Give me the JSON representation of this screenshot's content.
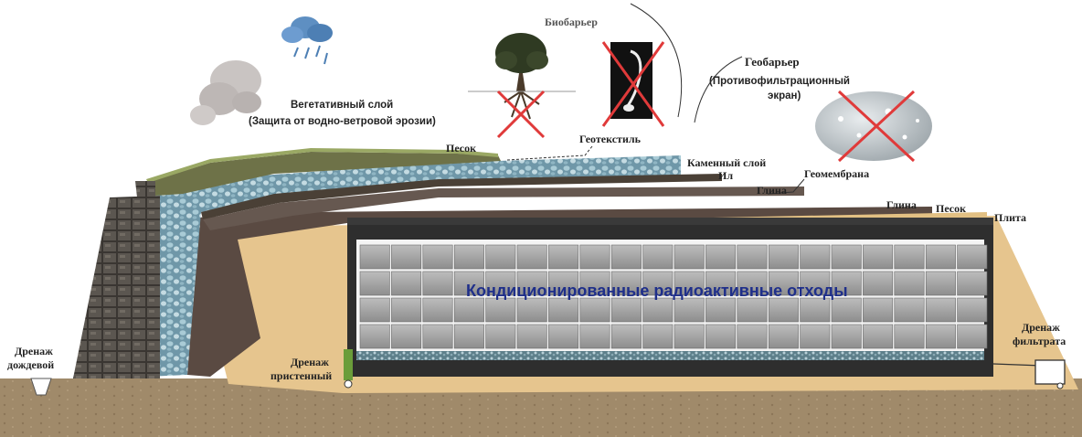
{
  "labels": {
    "vegetative_layer": "Вегетативный слой",
    "vegetative_layer_note": "(Защита от водно-ветровой эрозии)",
    "sand_top": "Песок",
    "geotextile": "Геотекстиль",
    "stone_layer": "Каменный слой",
    "silt": "Ил",
    "clay_top": "Глина",
    "geomembrane": "Геомембрана",
    "clay_right": "Глина",
    "sand_right": "Песок",
    "slab": "Плита",
    "biobarrier": "Биобарьер",
    "geobarrier": "Геобарьер",
    "geobarrier_note_1": "(Противофильтрационный",
    "geobarrier_note_2": "экран)",
    "waste": "Кондиционированные радиоактивные отходы",
    "rain_drain_1": "Дренаж",
    "rain_drain_2": "дождевой",
    "wall_drain_1": "Дренаж",
    "wall_drain_2": "пристенный",
    "filtrate_drain_1": "Дренаж",
    "filtrate_drain_2": "фильтрата"
  },
  "colors": {
    "ground": "#a08a6a",
    "sand": "#e6c58e",
    "clay": "#5a4a42",
    "stone": "#7fa8b8",
    "concrete_frame": "#2e2e2e",
    "cross": "#e03a3a",
    "title": "#1f2f8a"
  }
}
